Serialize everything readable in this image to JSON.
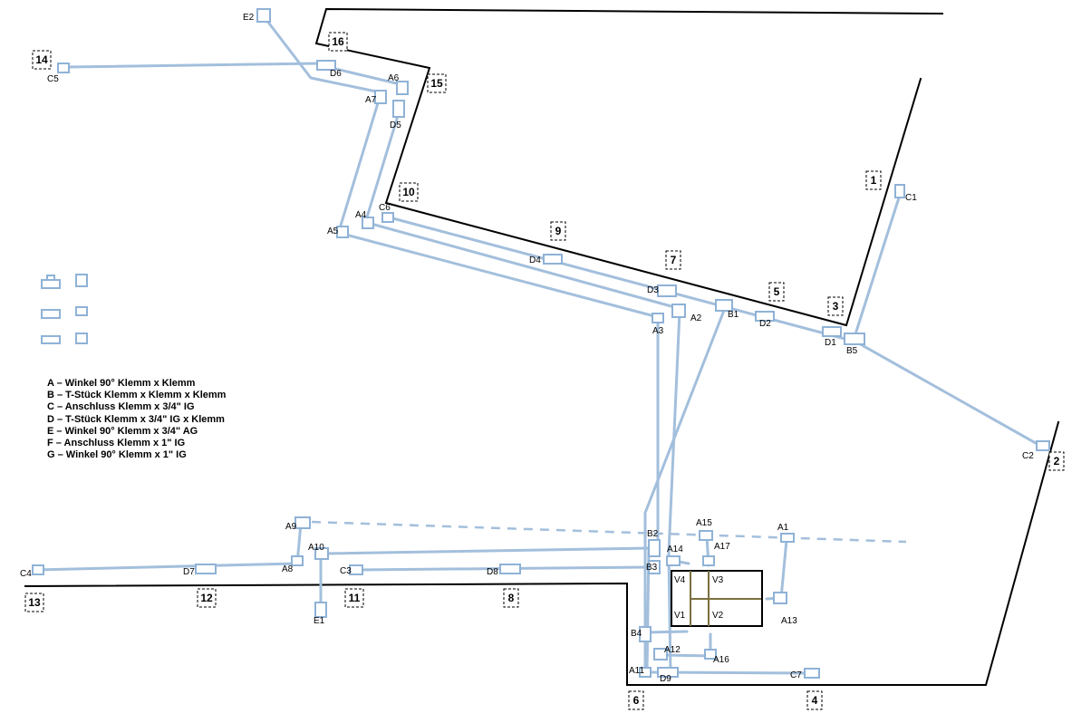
{
  "legend": [
    "A – Winkel 90° Klemm x Klemm",
    "B – T-Stück Klemm x Klemm x Klemm",
    "C – Anschluss Klemm x 3/4\" IG",
    "D – T-Stück Klemm x 3/4\" IG x Klemm",
    "E – Winkel 90° Klemm x 3/4\" AG",
    "F – Anschluss Klemm x 1\" IG",
    "G – Winkel 90° Klemm x 1\" IG"
  ],
  "room_numbers": [
    "1",
    "2",
    "3",
    "4",
    "5",
    "6",
    "7",
    "8",
    "9",
    "10",
    "11",
    "12",
    "13",
    "14",
    "15",
    "16"
  ],
  "fittings": [
    "A1",
    "A2",
    "A3",
    "A4",
    "A5",
    "A6",
    "A7",
    "A8",
    "A9",
    "A10",
    "A11",
    "A12",
    "A13",
    "A14",
    "A15",
    "A16",
    "A17",
    "B1",
    "B2",
    "B3",
    "B4",
    "B5",
    "C1",
    "C2",
    "C3",
    "C4",
    "C5",
    "C6",
    "C7",
    "D1",
    "D2",
    "D3",
    "D4",
    "D5",
    "D6",
    "D7",
    "D8",
    "D9",
    "E1",
    "E2"
  ],
  "valves": [
    "V1",
    "V2",
    "V3",
    "V4"
  ],
  "colors": {
    "pipe": "#a3bfdc",
    "wall": "#000000",
    "valve": "#7a7040"
  }
}
